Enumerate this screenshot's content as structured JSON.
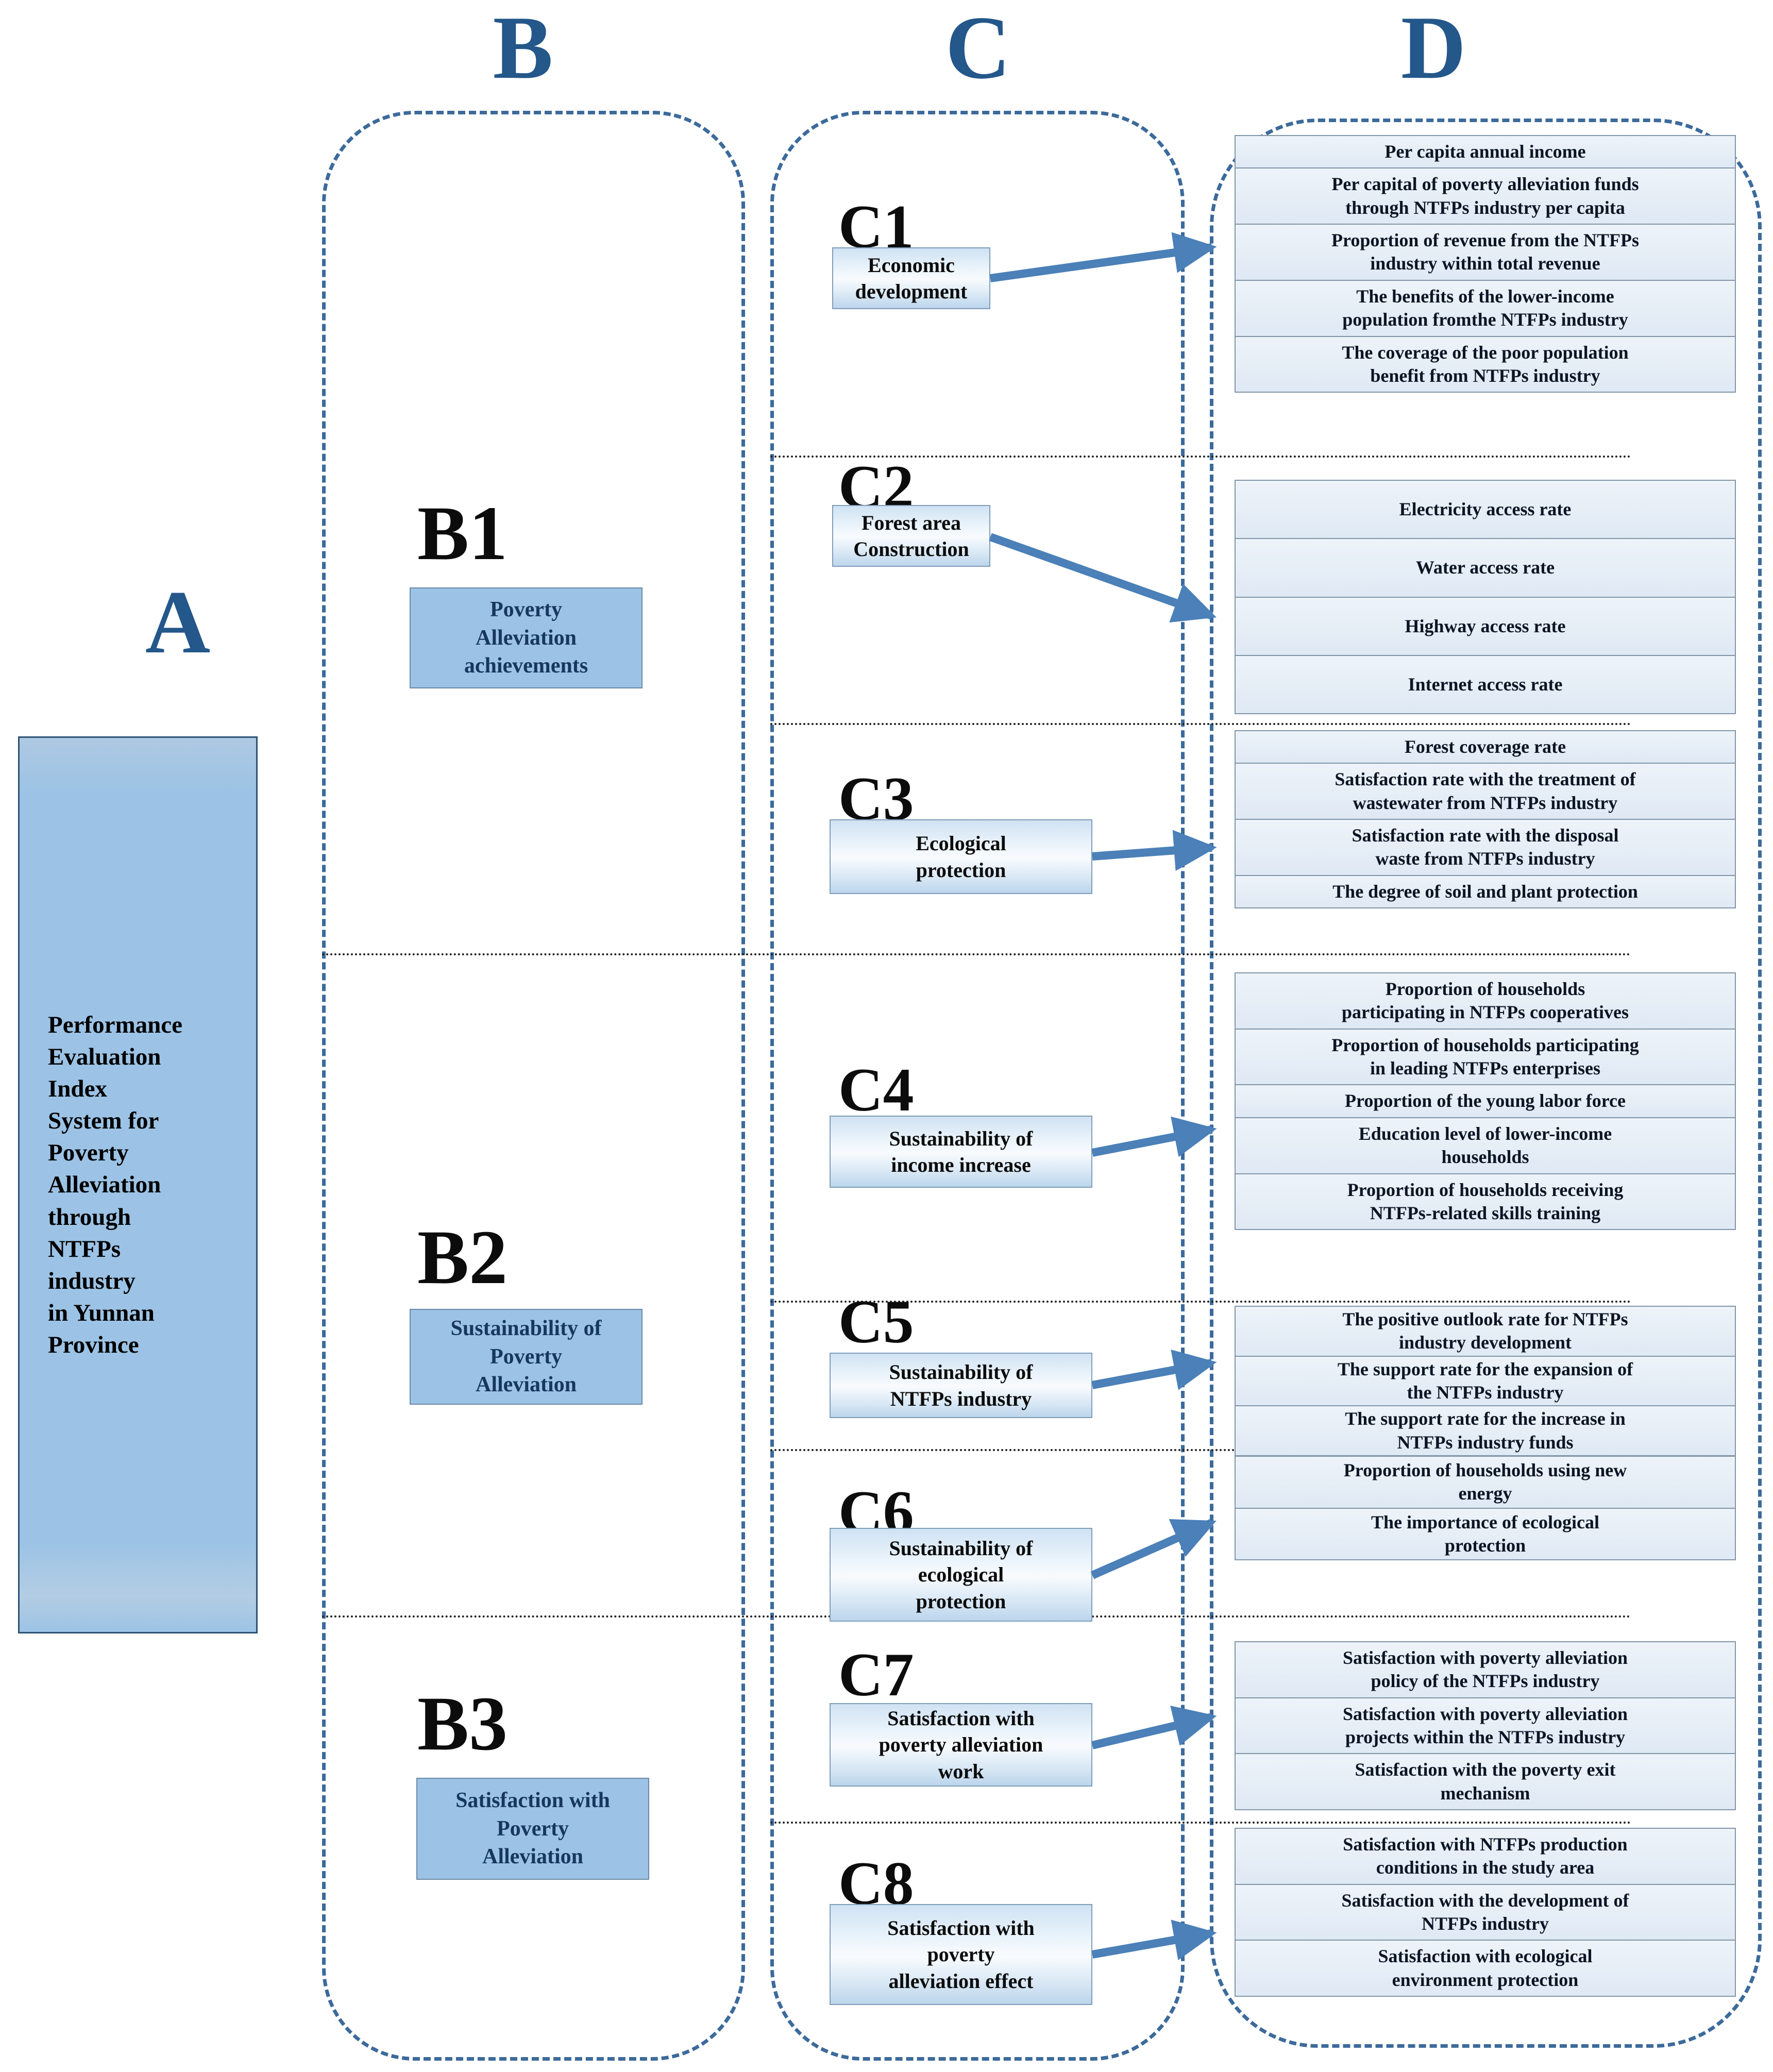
{
  "headers": {
    "a": "A",
    "b": "B",
    "c": "C",
    "d": "D"
  },
  "goal": {
    "text": "Performance\nEvaluation\nIndex\nSystem for\nPoverty\nAlleviation\nthrough\nNTFPs\nindustry\nin Yunnan\nProvince"
  },
  "criteria_b": [
    {
      "id": "B1",
      "label": "Poverty\nAlleviation\nachievements"
    },
    {
      "id": "B2",
      "label": "Sustainability of\nPoverty\nAlleviation"
    },
    {
      "id": "B3",
      "label": "Satisfaction with\nPoverty\nAlleviation"
    }
  ],
  "factors_c": [
    {
      "id": "C1",
      "label": "Economic\ndevelopment"
    },
    {
      "id": "C2",
      "label": "Forest area\nConstruction"
    },
    {
      "id": "C3",
      "label": "Ecological\nprotection"
    },
    {
      "id": "C4",
      "label": "Sustainability of\nincome increase"
    },
    {
      "id": "C5",
      "label": "Sustainability of\nNTFPs industry"
    },
    {
      "id": "C6",
      "label": "Sustainability of\necological\nprotection"
    },
    {
      "id": "C7",
      "label": "Satisfaction with\npoverty alleviation\nwork"
    },
    {
      "id": "C8",
      "label": "Satisfaction with\npoverty\nalleviation effect"
    }
  ],
  "indicators_d": [
    {
      "factor": "C1",
      "rows": [
        "Per capita annual income",
        "Per capital of poverty alleviation funds\nthrough NTFPs industry per capita",
        "Proportion of revenue from the  NTFPs\nindustry within total revenue",
        "The benefits of the lower-income\npopulation fromthe NTFPs  industry",
        "The coverage of the poor population\nbenefit from NTFPs industry"
      ]
    },
    {
      "factor": "C2",
      "rows": [
        "Electricity access rate",
        "Water access rate",
        "Highway access rate",
        "Internet access rate"
      ]
    },
    {
      "factor": "C3",
      "rows": [
        "Forest coverage rate",
        "Satisfaction rate with the treatment of\nwastewater from NTFPs industry",
        "Satisfaction rate with the disposal\nwaste from NTFPs industry",
        "The degree of soil and plant protection"
      ]
    },
    {
      "factor": "C4",
      "rows": [
        "Proportion of households\nparticipating in NTFPs cooperatives",
        "Proportion of households participating\nin leading NTFPs enterprises",
        "Proportion of the young labor force",
        "Education level of lower-income\nhouseholds",
        "Proportion of households receiving\nNTFPs-related skills training"
      ]
    },
    {
      "factor": "C5",
      "rows": [
        "The positive outlook rate for NTFPs\nindustry development",
        "The support rate for the expansion of\nthe NTFPs industry",
        "The support rate for the increase in\nNTFPs industry funds"
      ]
    },
    {
      "factor": "C6",
      "rows": [
        "Proportion of households using new\nenergy",
        "The importance of ecological\nprotection"
      ]
    },
    {
      "factor": "C7",
      "rows": [
        "Satisfaction with poverty alleviation\npolicy of the NTFPs industry",
        "Satisfaction with poverty alleviation\nprojects within the NTFPs industry",
        "Satisfaction with the poverty exit\nmechanism"
      ]
    },
    {
      "factor": "C8",
      "rows": [
        "Satisfaction with NTFPs production\nconditions in the study area",
        "Satisfaction with the development of\nNTFPs industry",
        "Satisfaction with ecological\nenvironment protection"
      ]
    }
  ]
}
